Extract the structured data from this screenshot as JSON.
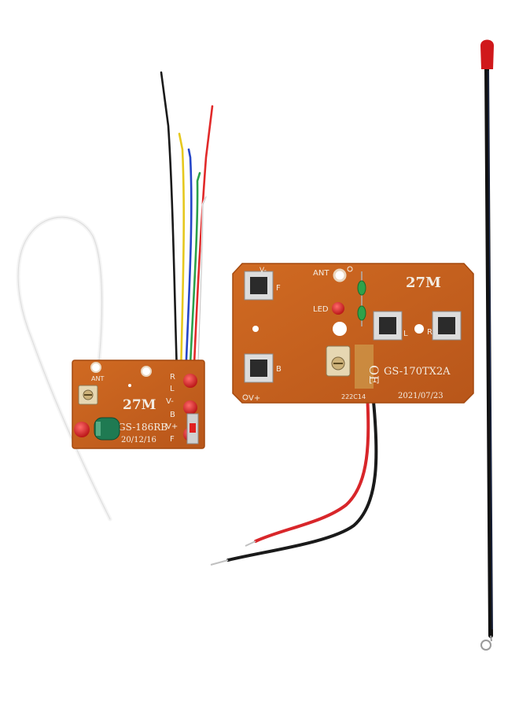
{
  "receiver": {
    "freq": "27M",
    "model": "GS-186RB",
    "date": "20/12/16",
    "ant": "ANT",
    "pins": [
      "R",
      "L",
      "V-",
      "B",
      "V+",
      "F"
    ]
  },
  "transmitter": {
    "freq": "27M",
    "model": "GS-170TX2A",
    "date": "2021/07/23",
    "ant": "ANT",
    "led": "LED",
    "button_labels": {
      "v_minus": "V-",
      "f": "F",
      "b": "B",
      "v_plus": "V+",
      "l": "L",
      "r": "R"
    },
    "code": "222C14",
    "pot_label": "OE"
  },
  "colors": {
    "pcb": "#c8621c",
    "pcb_edge": "#a4490f",
    "silkscreen": "#f3ece2",
    "wire_red": "#d8262a",
    "wire_black": "#1a1a1a",
    "antenna_cap": "#d0181b"
  }
}
